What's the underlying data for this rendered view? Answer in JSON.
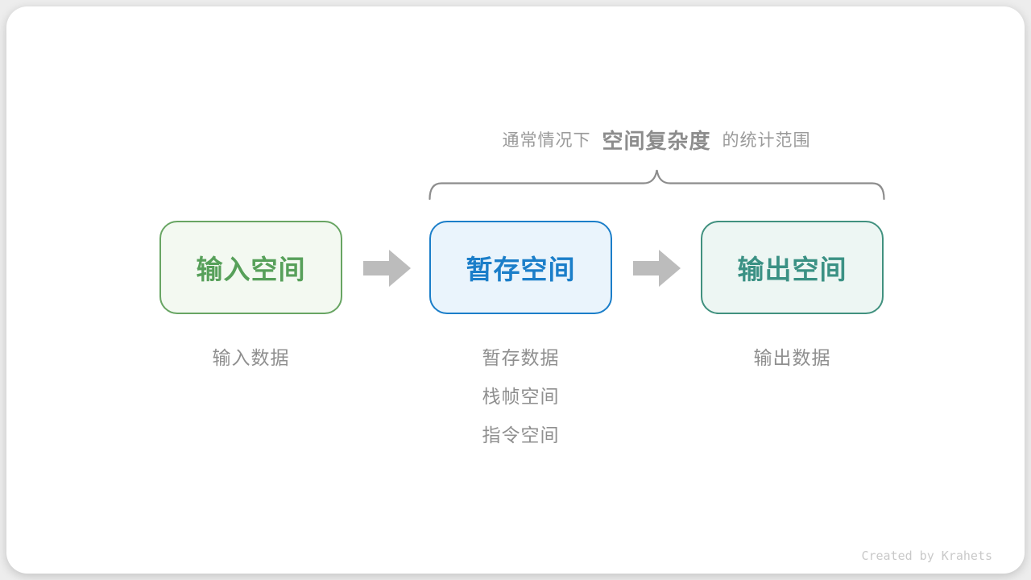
{
  "card": {
    "annotation": {
      "prefix": "通常情况下",
      "emphasis": "空间复杂度",
      "suffix": "的统计范围"
    },
    "flow": {
      "boxes": [
        {
          "label": "输入空间"
        },
        {
          "label": "暂存空间"
        },
        {
          "label": "输出空间"
        }
      ],
      "notes": [
        {
          "lines": [
            "输入数据"
          ]
        },
        {
          "lines": [
            "暂存数据",
            "栈帧空间",
            "指令空间"
          ]
        },
        {
          "lines": [
            "输出数据"
          ]
        }
      ]
    },
    "watermark": "Created by Krahets",
    "colors": {
      "input-border": "#68a563",
      "input-bg": "#f3f9f1",
      "input-text": "#57a05a",
      "temp-border": "#1b7ec9",
      "temp-bg": "#eaf4fc",
      "temp-text": "#1b7ec9",
      "output-border": "#41917f",
      "output-bg": "#edf6f3",
      "output-text": "#3b9184",
      "arrow": "#bcbcbc",
      "note-text": "#8f8f8f",
      "annotation-text": "#9a9a9a",
      "annotation-emphasis": "#8c8c8c",
      "brace": "#8d8d8d",
      "watermark-text": "#c9c9c9"
    }
  }
}
